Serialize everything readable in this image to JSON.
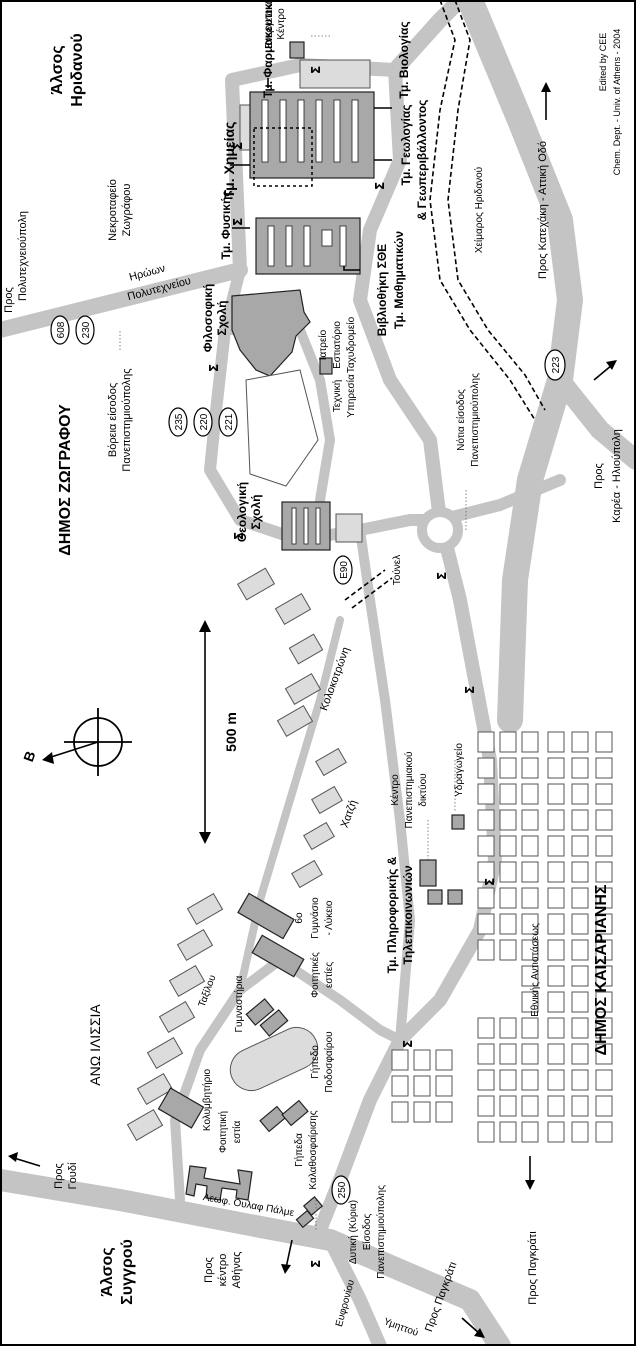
{
  "areas": {
    "zografou": "ΔΗΜΟΣ ΖΩΓΡΑΦΟΥ",
    "kaisariani": "ΔΗΜΟΣ ΚΑΙΣΑΡΙΑΝΗΣ",
    "ano_ilisia": "ΑΝΩ ΙΛΙΣΣΙΑ",
    "alsos_iridanou_1": "Άλσος",
    "alsos_iridanou_2": "Ηριδανού",
    "alsos_syngrou_1": "Άλσος",
    "alsos_syngrou_2": "Συγγρού"
  },
  "departments": {
    "pharmacy": "Τμ. Φαρμακευτικής",
    "chemistry": "Τμ. Χημείας",
    "physics": "Τμ. Φυσικής",
    "biology": "Τμ. Βιολογίας",
    "geology_1": "Τμ. Γεωλογίας",
    "geology_2": "& Γεωπεριβάλλοντος",
    "library": "Βιβλιοθήκη ΣΘΕ",
    "math": "Τμ. Μαθηματικών",
    "philosophy_1": "Φιλοσοφική",
    "philosophy_2": "Σχολή",
    "theology_1": "Θεολογική",
    "theology_2": "Σχολή",
    "informatics_1": "Τμ. Πληροφορικής &",
    "informatics_2": "Τηλεπικοινωνιών"
  },
  "facilities": {
    "energy_1": "Ενεργειακό",
    "energy_2": "Κέντρο",
    "cemetery_1": "Νεκροταφείο",
    "cemetery_2": "Ζωγράφου",
    "infirmary": "Ιατρείο",
    "restaurant": "Εστιατόριο",
    "post_office": "Ταχυδρομείο",
    "tech_1": "Τεχνική",
    "tech_2": "Υπηρεσία",
    "network_1": "Κέντρο",
    "network_2": "Πανεπιστημιακού",
    "network_3": "δικτύου",
    "reservoir": "Υδραγωγείο",
    "school_1": "6ο",
    "school_2": "Γυμνάσιο",
    "school_3": "- Λύκειο",
    "dorms_1": "Φοιτητικές",
    "dorms_2": "εστίες",
    "gyms": "Γυμναστήρια",
    "soccer_1": "Γήπεδο",
    "soccer_2": "Ποδοσφαίρου",
    "pool": "Κολυμβητήριο",
    "dorm_1": "Φοιτητική",
    "dorm_2": "εστία",
    "basket_1": "Γήπεδα",
    "basket_2": "Καλαθοσφαίρισης",
    "tunnel": "Τούνελ"
  },
  "entrances": {
    "north_1": "Βόρεια είσοδος",
    "north_2": "Πανεπιστημιούπολης",
    "south_1": "Νότια είσοδος",
    "south_2": "Πανεπιστημιούπολης",
    "west_1": "Δυτική (Κύρια)",
    "west_2": "Είσοδος",
    "west_3": "Πανεπιστημιούπολης"
  },
  "streets": {
    "polytechniou_1": "Ηρώων",
    "polytechniou_2": "Πολυτεχνείου",
    "kolokotroni": "Κολοκοτρώνη",
    "chatzi": "Χατζή",
    "taxilou": "Ταξίλου",
    "ethnikis": "Εθνικής Αντιστάσεως",
    "papagou": "Λεωφ. Ουλαφ Πάλμε",
    "eyfroniou": "Ευφρονίου",
    "ymittou": "Υμηττού",
    "stream_1": "Χείμαρος Ηριδανού"
  },
  "directions": {
    "polytechnioupoli_1": "Προς",
    "polytechnioupoli_2": "Πολυτεχνειούπολη",
    "katechaki": "Προς Κατεχάκη - Αττική Οδό",
    "karea_1": "Προς",
    "karea_2": "Καρέα - Ηλιούπολη",
    "goudi_1": "Προς",
    "goudi_2": "Γουδί",
    "athens_1": "Προς",
    "athens_2": "κέντρο",
    "athens_3": "Αθήνας",
    "pagrati_1": "Προς Παγκράτι",
    "pagrati_2": "Προς Παγκράτι"
  },
  "bus_lines": {
    "north": [
      "608",
      "230"
    ],
    "middle": [
      "235",
      "220",
      "221"
    ],
    "e90": "E90",
    "south": "223",
    "west": "250"
  },
  "scale": "500 m",
  "compass": "B",
  "stop_symbol": "Σ",
  "credits_1": "Edited by CEE",
  "credits_2": "Chem. Dept. - Univ. of Athens - 2004",
  "colors": {
    "road": "#c4c4c4",
    "building": "#a8a8a8",
    "frame": "#000000"
  }
}
